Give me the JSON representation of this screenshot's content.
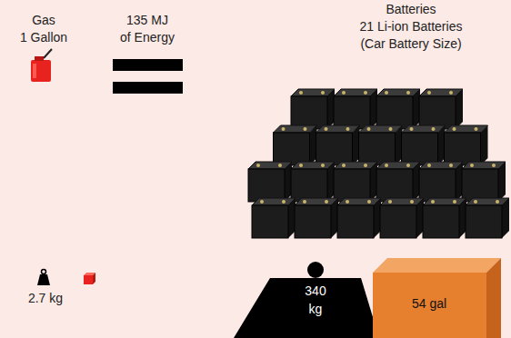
{
  "diagram": {
    "nodes": [
      {
        "text": [
          "340 kg"
        ]
      },
      {
        "text": [
          "54 gal"
        ]
      }
    ],
    "labels": [
      "Gas",
      "1 Gallon",
      "135 MJ",
      "of Energy",
      "Batteries",
      "21 Li-ion Batteries",
      "(Car Battery Size)",
      "2.7 kg"
    ]
  }
}
